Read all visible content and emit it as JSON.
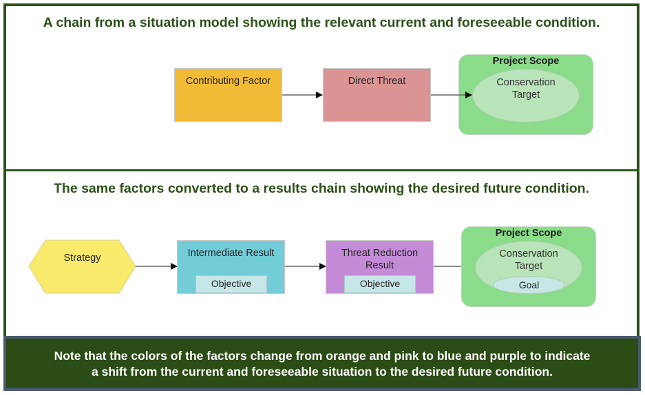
{
  "situation_panel": {
    "title": "A chain from a situation model showing the relevant current and foreseeable condition.",
    "contributing_factor": {
      "label": "Contributing Factor",
      "color": "#f2bb36"
    },
    "direct_threat": {
      "label": "Direct Threat",
      "color": "#db9494"
    },
    "project_scope": {
      "label": "Project Scope",
      "color": "#8adb8a"
    },
    "conservation_target": {
      "label_line1": "Conservation",
      "label_line2": "Target",
      "color": "#b9e3b9"
    }
  },
  "results_panel": {
    "title": "The same factors converted to a results chain showing the desired future condition.",
    "strategy": {
      "label": "Strategy",
      "color": "#f9ea6c"
    },
    "intermediate_result": {
      "label": "Intermediate Result",
      "objective": "Objective",
      "color": "#72cdd9"
    },
    "threat_reduction_result": {
      "label_line1": "Threat Reduction",
      "label_line2": "Result",
      "objective": "Objective",
      "color": "#c48bd6"
    },
    "project_scope": {
      "label": "Project Scope"
    },
    "conservation_target": {
      "label_line1": "Conservation",
      "label_line2": "Target",
      "goal": "Goal"
    }
  },
  "note": {
    "line1": "Note that the colors of the factors change from orange and pink to blue and purple to indicate",
    "line2": "a shift from the current and foreseeable situation to the desired future condition."
  }
}
